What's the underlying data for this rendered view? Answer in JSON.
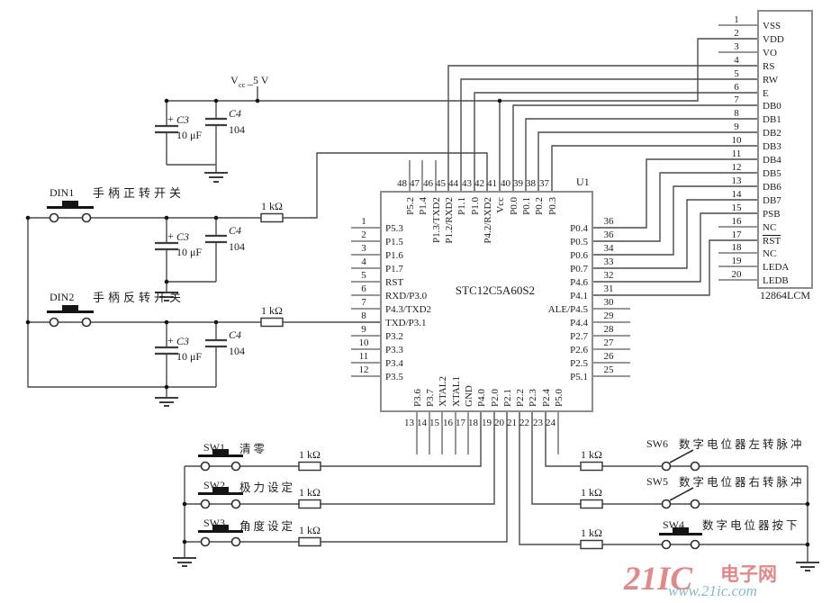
{
  "power": {
    "net": "V",
    "sub": "cc",
    "suffix": "_5 V"
  },
  "components": {
    "c3": {
      "ref": "C3",
      "plus": "+",
      "value": "10 μF"
    },
    "c4": {
      "ref": "C4",
      "value": "104"
    },
    "resistor": {
      "value": "1 kΩ"
    }
  },
  "din1": {
    "ref": "DIN1",
    "desc": "手柄正转开关"
  },
  "din2": {
    "ref": "DIN2",
    "desc": "手柄反转开关"
  },
  "sw1": {
    "ref": "SW1",
    "desc": "清零"
  },
  "sw2": {
    "ref": "SW2",
    "desc": "极力设定"
  },
  "sw3": {
    "ref": "SW3",
    "desc": "角度设定"
  },
  "sw4": {
    "ref": "SW4",
    "desc": "数字电位器按下"
  },
  "sw5": {
    "ref": "SW5",
    "desc": "数字电位器右转脉冲"
  },
  "sw6": {
    "ref": "SW6",
    "desc": "数字电位器左转脉冲"
  },
  "ic": {
    "ref": "U1",
    "part": "STC12C5A60S2",
    "left_pins": [
      {
        "num": "1",
        "name": "P5.3"
      },
      {
        "num": "2",
        "name": "P1.5"
      },
      {
        "num": "3",
        "name": "P1.6"
      },
      {
        "num": "4",
        "name": "P1.7"
      },
      {
        "num": "5",
        "name": "RST"
      },
      {
        "num": "6",
        "name": "RXD/P3.0"
      },
      {
        "num": "7",
        "name": "P4.3/TXD2"
      },
      {
        "num": "8",
        "name": "TXD/P3.1"
      },
      {
        "num": "9",
        "name": "P3.2"
      },
      {
        "num": "10",
        "name": "P3.3"
      },
      {
        "num": "11",
        "name": "P3.4"
      },
      {
        "num": "12",
        "name": "P3.5"
      }
    ],
    "top_pins": [
      {
        "num": "48",
        "name": "P5.2"
      },
      {
        "num": "47",
        "name": "P1.4"
      },
      {
        "num": "46",
        "name": "P1.3/TXD2"
      },
      {
        "num": "45",
        "name": "P1.2/RXD2"
      },
      {
        "num": "44",
        "name": "P1.1"
      },
      {
        "num": "43",
        "name": "P1.0"
      },
      {
        "num": "42",
        "name": "P4.2/RXD2"
      },
      {
        "num": "41",
        "name": "Vcc"
      },
      {
        "num": "40",
        "name": "P0.0"
      },
      {
        "num": "39",
        "name": "P0.1"
      },
      {
        "num": "38",
        "name": "P0.2"
      },
      {
        "num": "37",
        "name": "P0.3"
      }
    ],
    "right_pins": [
      {
        "num": "36",
        "name": "P0.4"
      },
      {
        "num": "36",
        "name": "P0.5"
      },
      {
        "num": "34",
        "name": "P0.6"
      },
      {
        "num": "33",
        "name": "P0.7"
      },
      {
        "num": "32",
        "name": "P4.6"
      },
      {
        "num": "31",
        "name": "P4.1"
      },
      {
        "num": "30",
        "name": "ALE/P4.5"
      },
      {
        "num": "29",
        "name": "P4.4"
      },
      {
        "num": "28",
        "name": "P2.7"
      },
      {
        "num": "27",
        "name": "P2.6"
      },
      {
        "num": "26",
        "name": "P2.5"
      },
      {
        "num": "25",
        "name": "P5.1"
      }
    ],
    "bottom_pins": [
      {
        "num": "13",
        "name": "P3.6"
      },
      {
        "num": "14",
        "name": "P3.7"
      },
      {
        "num": "15",
        "name": "XTAL2"
      },
      {
        "num": "16",
        "name": "XTAL1"
      },
      {
        "num": "17",
        "name": "GND"
      },
      {
        "num": "18",
        "name": "P4.0"
      },
      {
        "num": "19",
        "name": "P2.0"
      },
      {
        "num": "20",
        "name": "P2.1"
      },
      {
        "num": "21",
        "name": "P2.2"
      },
      {
        "num": "22",
        "name": "P2.3"
      },
      {
        "num": "23",
        "name": "P2.4"
      },
      {
        "num": "24",
        "name": "P5.0"
      }
    ]
  },
  "lcd": {
    "part": "12864LCM",
    "pins": [
      {
        "num": "1",
        "name": "VSS"
      },
      {
        "num": "2",
        "name": "VDD"
      },
      {
        "num": "3",
        "name": "VO"
      },
      {
        "num": "4",
        "name": "RS"
      },
      {
        "num": "5",
        "name": "RW"
      },
      {
        "num": "6",
        "name": "E"
      },
      {
        "num": "7",
        "name": "DB0"
      },
      {
        "num": "8",
        "name": "DB1"
      },
      {
        "num": "9",
        "name": "DB2"
      },
      {
        "num": "10",
        "name": "DB3"
      },
      {
        "num": "11",
        "name": "DB4"
      },
      {
        "num": "12",
        "name": "DB5"
      },
      {
        "num": "13",
        "name": "DB6"
      },
      {
        "num": "14",
        "name": "DB7"
      },
      {
        "num": "15",
        "name": "PSB"
      },
      {
        "num": "16",
        "name": "NC"
      },
      {
        "num": "17",
        "name": "RST"
      },
      {
        "num": "18",
        "name": "NC"
      },
      {
        "num": "19",
        "name": "LEDA"
      },
      {
        "num": "20",
        "name": "LEDB"
      }
    ]
  },
  "watermark": {
    "brand": "21IC",
    "site_cn": "电子网",
    "url": "www.21ic.com"
  }
}
